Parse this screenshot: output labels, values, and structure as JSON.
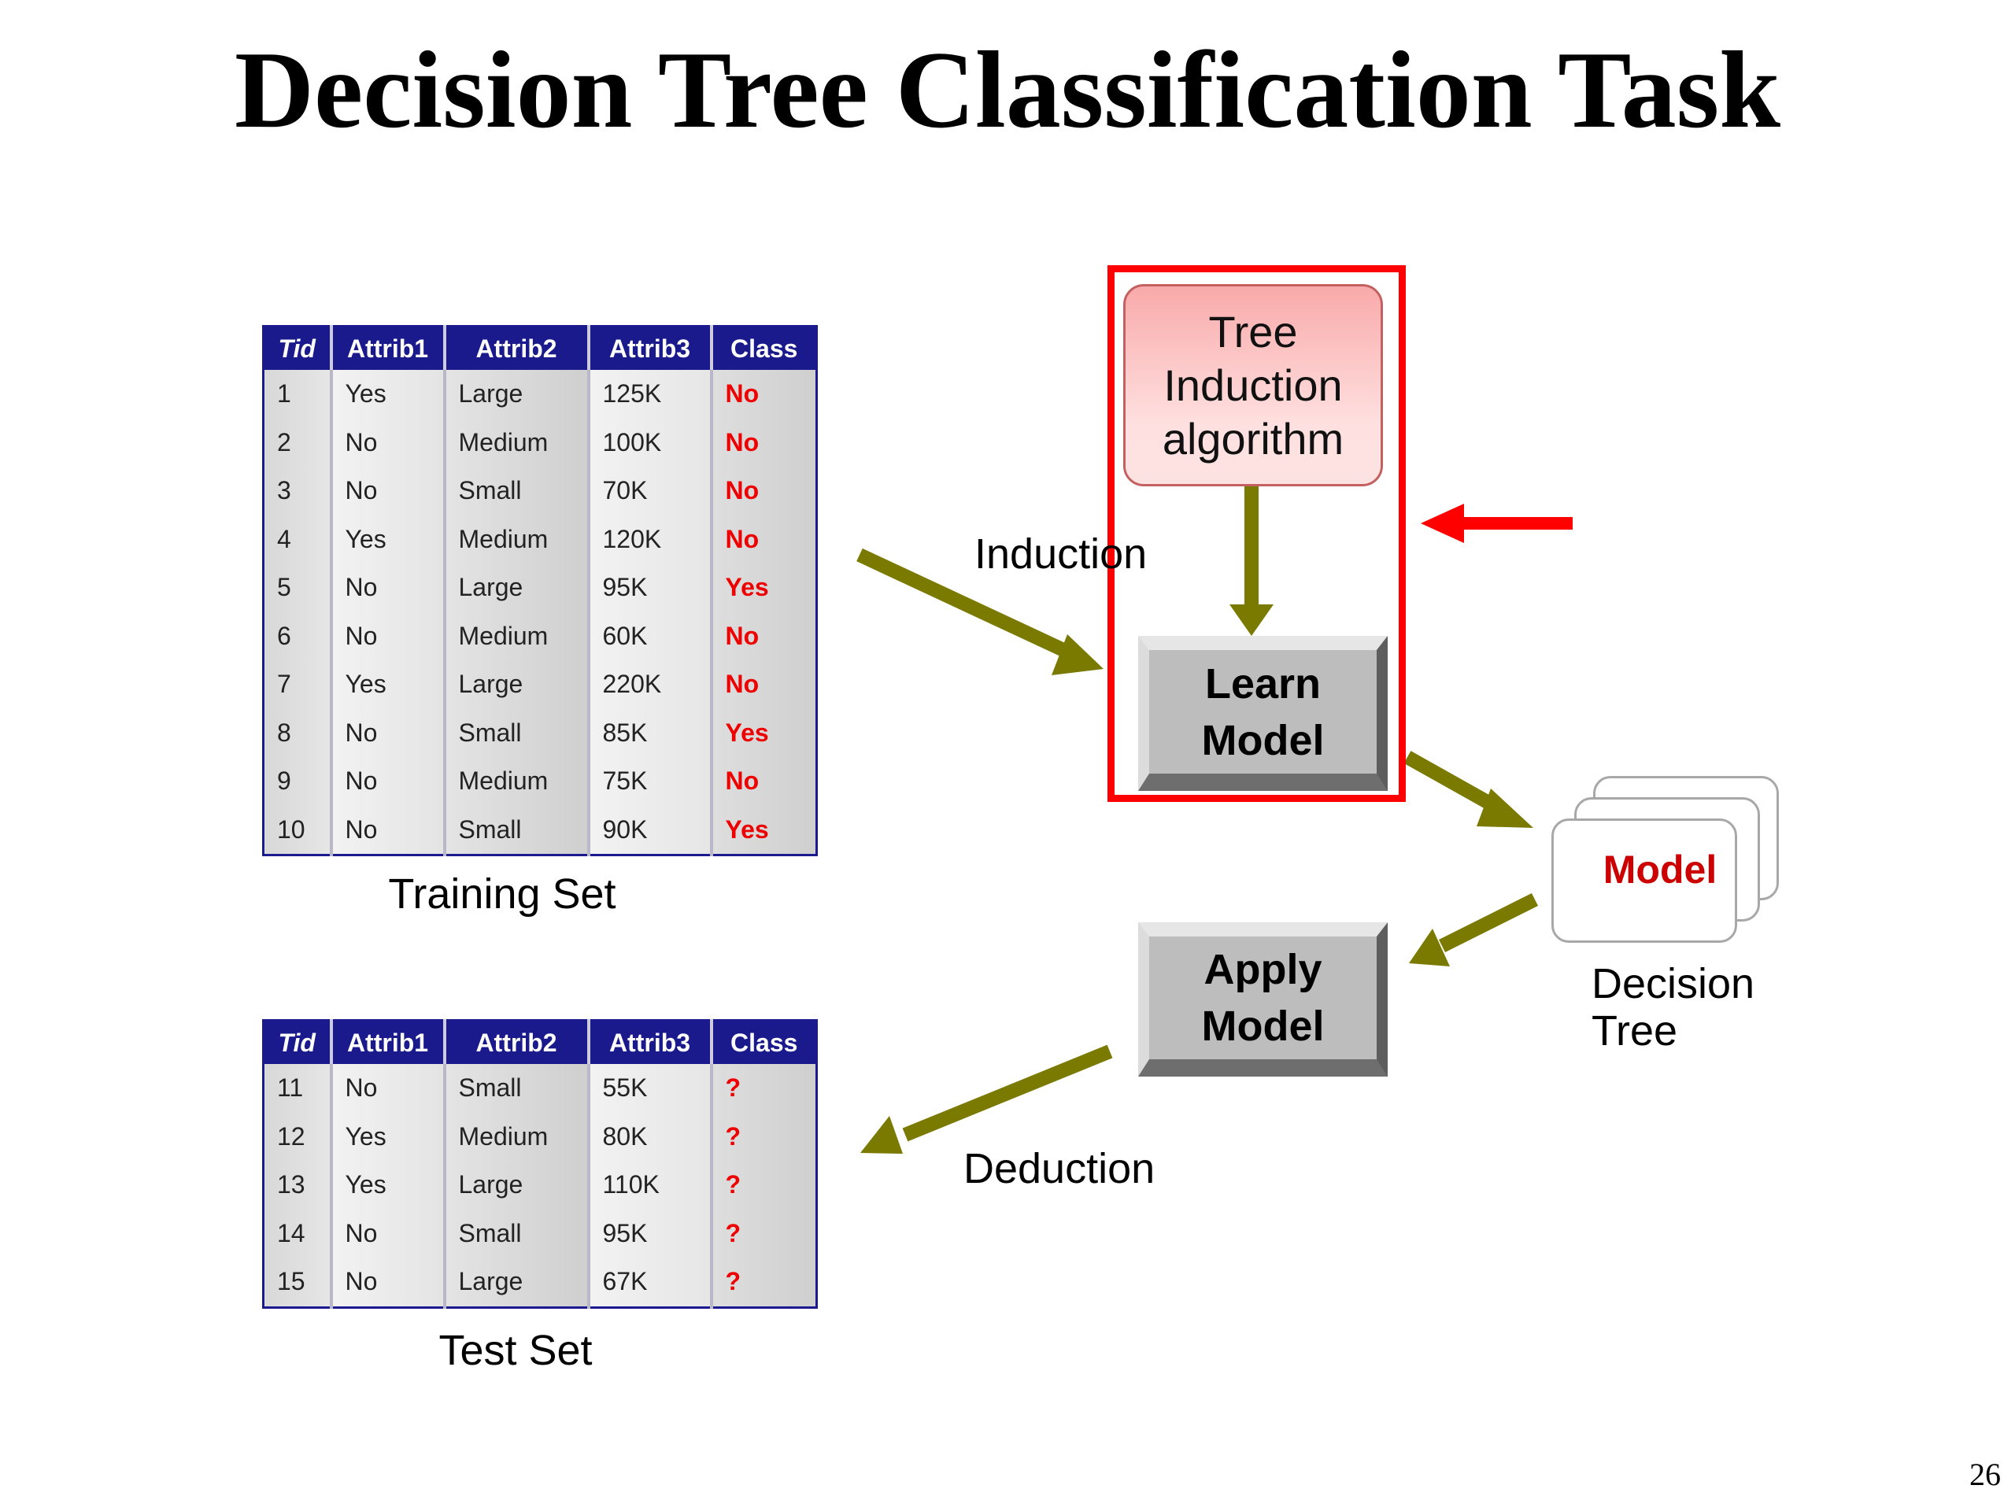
{
  "title": "Decision Tree Classification Task",
  "page_number": "26",
  "training_table": {
    "headers": [
      "Tid",
      "Attrib1",
      "Attrib2",
      "Attrib3",
      "Class"
    ],
    "rows": [
      [
        "1",
        "Yes",
        "Large",
        "125K",
        "No"
      ],
      [
        "2",
        "No",
        "Medium",
        "100K",
        "No"
      ],
      [
        "3",
        "No",
        "Small",
        "70K",
        "No"
      ],
      [
        "4",
        "Yes",
        "Medium",
        "120K",
        "No"
      ],
      [
        "5",
        "No",
        "Large",
        "95K",
        "Yes"
      ],
      [
        "6",
        "No",
        "Medium",
        "60K",
        "No"
      ],
      [
        "7",
        "Yes",
        "Large",
        "220K",
        "No"
      ],
      [
        "8",
        "No",
        "Small",
        "85K",
        "Yes"
      ],
      [
        "9",
        "No",
        "Medium",
        "75K",
        "No"
      ],
      [
        "10",
        "No",
        "Small",
        "90K",
        "Yes"
      ]
    ],
    "caption": "Training Set"
  },
  "test_table": {
    "headers": [
      "Tid",
      "Attrib1",
      "Attrib2",
      "Attrib3",
      "Class"
    ],
    "rows": [
      [
        "11",
        "No",
        "Small",
        "55K",
        "?"
      ],
      [
        "12",
        "Yes",
        "Medium",
        "80K",
        "?"
      ],
      [
        "13",
        "Yes",
        "Large",
        "110K",
        "?"
      ],
      [
        "14",
        "No",
        "Small",
        "95K",
        "?"
      ],
      [
        "15",
        "No",
        "Large",
        "67K",
        "?"
      ]
    ],
    "caption": "Test Set"
  },
  "algorithm_box": {
    "lines": [
      "Tree",
      "Induction",
      "algorithm"
    ]
  },
  "learn_model": {
    "lines": [
      "Learn",
      "Model"
    ]
  },
  "apply_model": {
    "lines": [
      "Apply",
      "Model"
    ]
  },
  "model_card": {
    "label": "Model"
  },
  "decision_tree_label": {
    "lines": [
      "Decision",
      "Tree"
    ]
  },
  "induction_label": "Induction",
  "deduction_label": "Deduction",
  "colors": {
    "table_header": "#1a1a8c",
    "class_text": "#ee0000",
    "arrow": "#7a7a00",
    "highlight": "#ff0000",
    "model_text": "#cc0000"
  }
}
